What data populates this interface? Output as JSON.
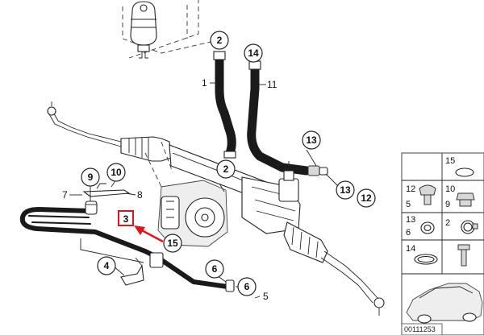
{
  "callouts": {
    "c2_top": "2",
    "c14": "14",
    "c13_right": "13",
    "c10": "10",
    "c9": "9",
    "c2_mid": "2",
    "c13_lower": "13",
    "c12": "12",
    "c15": "15",
    "c6_upper": "6",
    "c4": "4",
    "c6_lower": "6"
  },
  "labels": {
    "l1": "1",
    "l11": "11",
    "l7": "7",
    "l8": "8",
    "l5": "5",
    "highlight": "3"
  },
  "legend": {
    "r15": "15",
    "r12": "12",
    "r5": "5",
    "r10": "10",
    "r9": "9",
    "r13": "13",
    "r6": "6",
    "r2": "2",
    "r14": "14"
  },
  "reference_code": "00111253",
  "colors": {
    "highlight": "#e0141b",
    "line": "#222222"
  }
}
